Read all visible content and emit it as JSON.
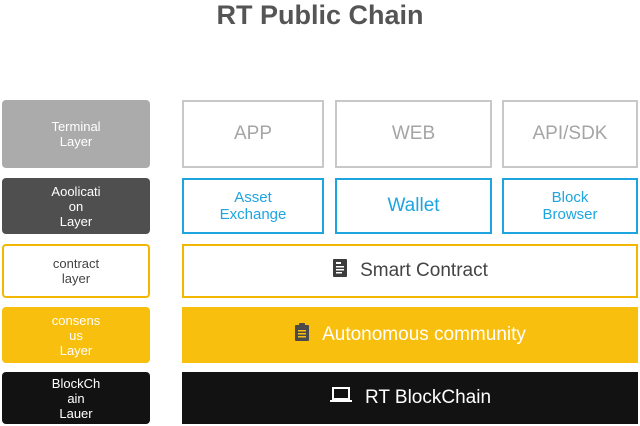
{
  "title": "RT Public Chain",
  "layers": {
    "terminal": [
      "Terminal",
      "Layer"
    ],
    "application": [
      "Aoolicati",
      "on",
      "Layer"
    ],
    "contract": [
      "contract",
      "layer"
    ],
    "consensus": [
      "consens",
      "us",
      "Layer"
    ],
    "blockchain": [
      "BlockCh",
      "ain",
      "Lauer"
    ]
  },
  "terminal_row": {
    "app": "APP",
    "web": "WEB",
    "api": "API/SDK"
  },
  "application_row": {
    "asset": [
      "Asset",
      "Exchange"
    ],
    "wallet": "Wallet",
    "block_browser": [
      "Block",
      "Browser"
    ]
  },
  "contract_row": {
    "label": "Smart Contract",
    "icon": "document-icon"
  },
  "consensus_row": {
    "label": "Autonomous community",
    "icon": "clipboard-icon"
  },
  "chain_row": {
    "label": "RT BlockChain",
    "icon": "laptop-icon"
  },
  "colors": {
    "grey": "#ababab",
    "dark_grey": "#4f4f4f",
    "yellow": "#f9bf0e",
    "black": "#121212",
    "blue": "#1ea5e0"
  }
}
